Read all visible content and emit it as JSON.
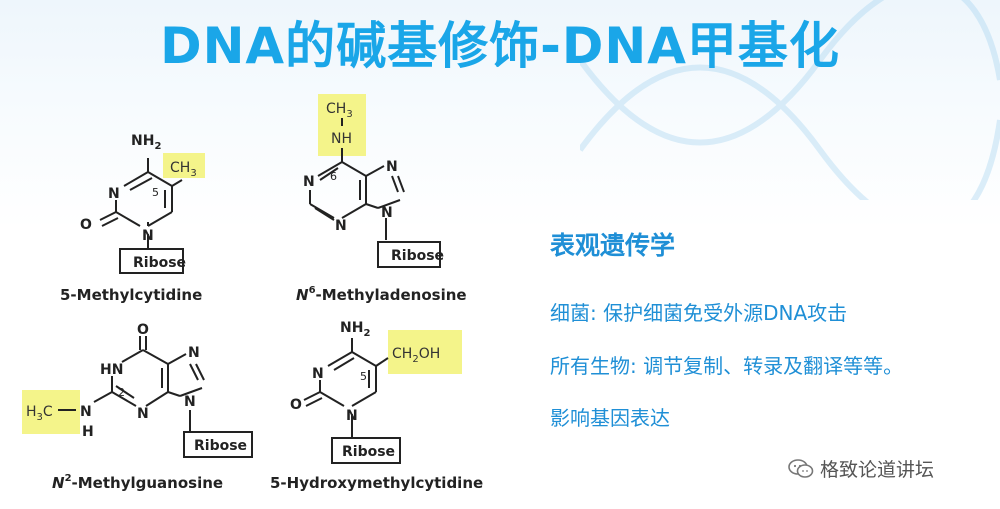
{
  "title": "DNA的碱基修饰-DNA甲基化",
  "molecules": [
    {
      "name": "5-Methylcytidine",
      "labels": {
        "amino": "NH",
        "amino_sub": "2",
        "n_top": "N",
        "n_bot": "N",
        "oxo": "O",
        "pos": "5",
        "mod": "CH",
        "mod_sub": "3",
        "sugar": "Ribose"
      }
    },
    {
      "name_prefix": "N",
      "name_sup": "6",
      "name_suffix": "-Methyladenosine",
      "labels": {
        "mod_top": "CH",
        "mod_top_sub": "3",
        "mod_nh": "NH",
        "pos": "6",
        "n1": "N",
        "n3": "N",
        "n7": "N",
        "n9": "N",
        "sugar": "Ribose"
      }
    },
    {
      "name_prefix": "N",
      "name_sup": "2",
      "name_suffix": "-Methylguanosine",
      "labels": {
        "oxo": "O",
        "hn": "HN",
        "pos": "2",
        "n3": "N",
        "n7": "N",
        "n9": "N",
        "mod_h": "H",
        "mod_c": "C",
        "mod_sub": "3",
        "mod_n": "N",
        "mod_h2": "H",
        "sugar": "Ribose"
      }
    },
    {
      "name": "5-Hydroxymethylcytidine",
      "labels": {
        "amino": "NH",
        "amino_sub": "2",
        "n_top": "N",
        "n_bot": "N",
        "oxo": "O",
        "pos": "5",
        "mod": "CH",
        "mod_sub": "2",
        "mod_end": "OH",
        "sugar": "Ribose"
      }
    }
  ],
  "side": {
    "heading": "表观遗传学",
    "lines": [
      "细菌: 保护细菌免受外源DNA攻击",
      "所有生物: 调节复制、转录及翻译等等。",
      "影响基因表达"
    ]
  },
  "watermark": "格致论道讲坛",
  "colors": {
    "title": "#1aa6e8",
    "text": "#1f8fd6",
    "highlight": "#f4f48a"
  }
}
